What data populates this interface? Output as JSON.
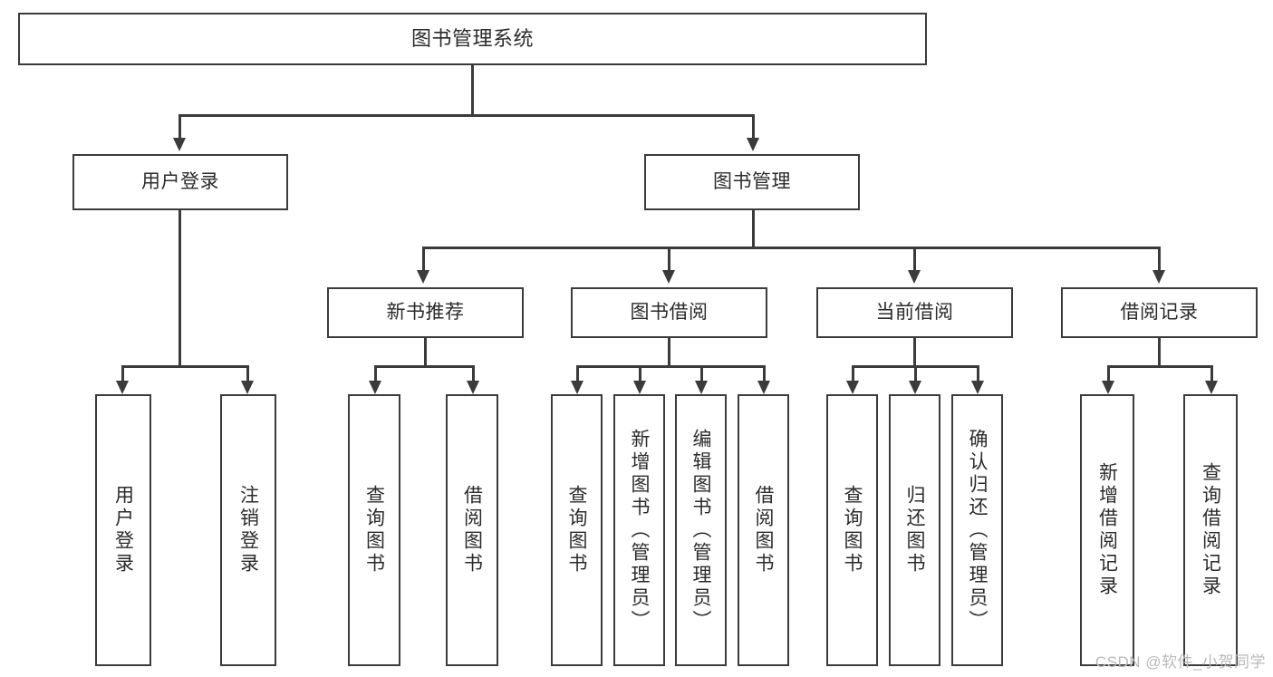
{
  "diagram": {
    "title": "图书管理系统",
    "type": "tree-hierarchy-diagram",
    "root": {
      "label": "图书管理系统"
    },
    "level2": [
      {
        "label": "用户登录"
      },
      {
        "label": "图书管理"
      }
    ],
    "level3": [
      {
        "label": "新书推荐"
      },
      {
        "label": "图书借阅"
      },
      {
        "label": "当前借阅"
      },
      {
        "label": "借阅记录"
      }
    ],
    "leaves": {
      "user_login": [
        {
          "label": "用户登录"
        },
        {
          "label": "注销登录"
        }
      ],
      "new_book_recommend": [
        {
          "label": "查询图书"
        },
        {
          "label": "借阅图书"
        }
      ],
      "book_borrow": [
        {
          "label": "查询图书"
        },
        {
          "label": "新增图书（管理员）"
        },
        {
          "label": "编辑图书（管理员）"
        },
        {
          "label": "借阅图书"
        }
      ],
      "current_borrow": [
        {
          "label": "查询图书"
        },
        {
          "label": "归还图书"
        },
        {
          "label": "确认归还（管理员）"
        }
      ],
      "borrow_record": [
        {
          "label": "新增借阅记录"
        },
        {
          "label": "查询借阅记录"
        }
      ]
    },
    "watermark": "CSDN @软件_小贺同学",
    "colors": {
      "border": "#3b3b3b",
      "background": "#ffffff",
      "text": "#2b2b2b",
      "watermark": "#b9b9b9"
    }
  }
}
